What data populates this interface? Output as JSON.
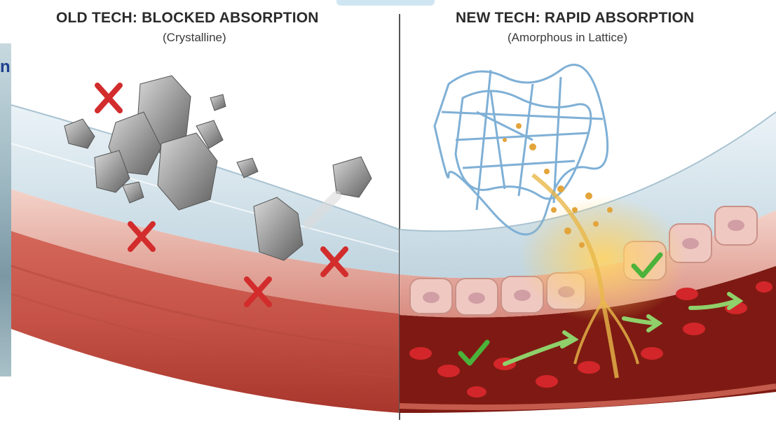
{
  "left_panel": {
    "title": "OLD TECH: BLOCKED ABSORPTION",
    "subtitle": "(Crystalline)",
    "marker_icon": "red-x-icon",
    "marker_color": "#d22c2c"
  },
  "right_panel": {
    "title": "NEW TECH: RAPID ABSORPTION",
    "subtitle": "(Amorphous in Lattice)",
    "marker_icon": "green-check-icon",
    "marker_color": "#4bb23a"
  },
  "side_strip": {
    "letter": "n"
  },
  "colors": {
    "vessel_outer": "#c9574c",
    "vessel_inner": "#8c1f17",
    "tissue": "#ebb7ac",
    "membrane": "#c5dbe6",
    "lattice": "#7fb0d6",
    "particles": "#e3a43a",
    "crystal": "#9a9a9a"
  }
}
